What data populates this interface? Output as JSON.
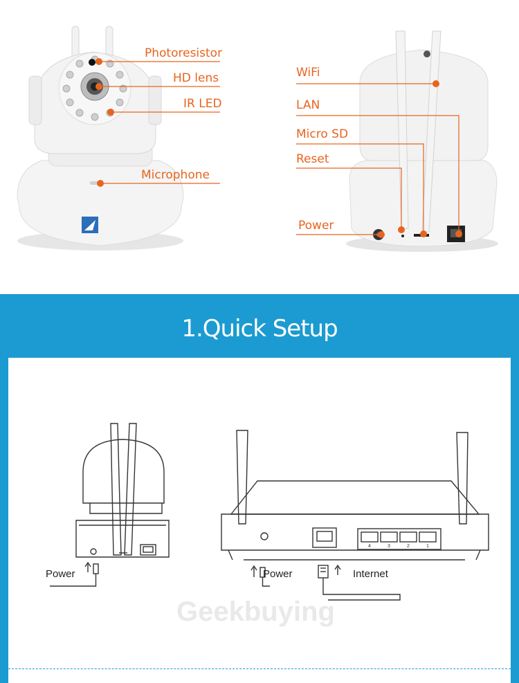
{
  "front_callouts": {
    "photoresistor": "Photoresistor",
    "hd_lens": "HD lens",
    "ir_led": "IR LED",
    "microphone": "Microphone"
  },
  "back_callouts": {
    "wifi": "WiFi",
    "lan": "LAN",
    "micro_sd": "Micro SD",
    "reset": "Reset",
    "power": "Power"
  },
  "section": {
    "title": "1.Quick Setup"
  },
  "setup_diagram": {
    "camera_power_label": "Power",
    "router_power_label": "Power",
    "internet_label": "Internet",
    "router_port_numbers": [
      "4",
      "3",
      "2",
      "1"
    ],
    "watermark": "Geekbuying"
  },
  "colors": {
    "accent": "#e8641e",
    "band": "#1b9bd1"
  }
}
